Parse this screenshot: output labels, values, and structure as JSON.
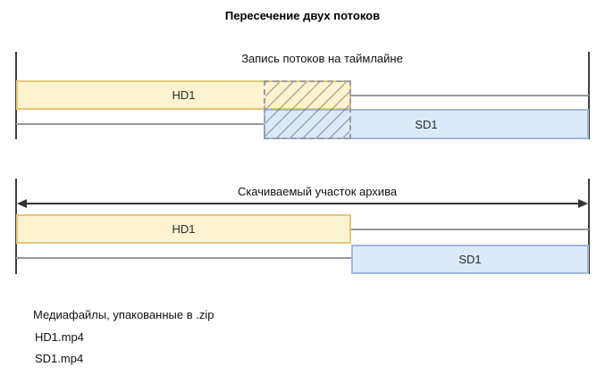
{
  "title": "Пересечение двух потоков",
  "colors": {
    "hd_fill": "#FDF3D0",
    "hd_border": "#E2C77E",
    "sd_fill": "#DCE9FB",
    "sd_border": "#A2B8DA",
    "track_line": "#999999",
    "boundary_line": "#404040",
    "arrow": "#333333",
    "hatch_border": "#9E9E9E"
  },
  "timeline1": {
    "label": "Запись потоков на таймлайне",
    "hd_label": "HD1",
    "sd_label": "SD1"
  },
  "timeline2": {
    "label": "Скачиваемый участок архива",
    "hd_label": "HD1",
    "sd_label": "SD1"
  },
  "files": {
    "heading": "Медиафайлы, упакованные в .zip",
    "items": [
      "HD1.mp4",
      "SD1.mp4"
    ]
  }
}
